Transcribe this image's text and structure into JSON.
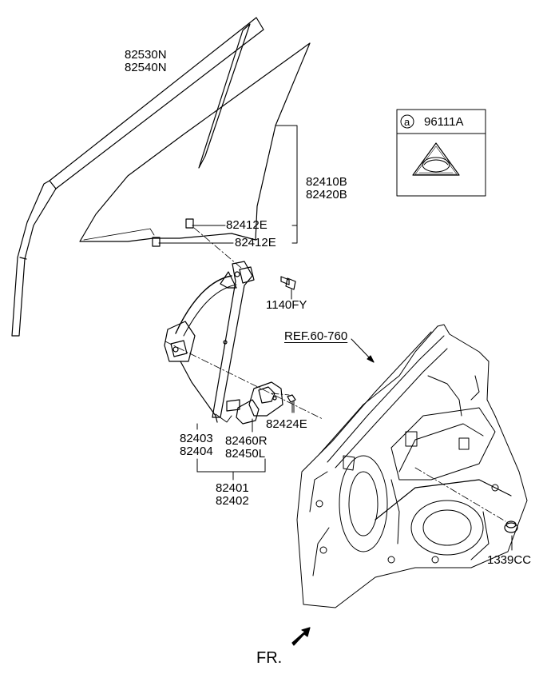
{
  "labels": {
    "run_channel": [
      "82530N",
      "82540N"
    ],
    "door_glass": [
      "82410B",
      "82420B"
    ],
    "glass_clip_upper": "82412E",
    "glass_clip_lower": "82412E",
    "bolt": "1140FY",
    "ref": "REF.60-760",
    "motor_screw": "82424E",
    "regulator_lh_rh": [
      "82403",
      "82404"
    ],
    "motor": [
      "82460R",
      "82450L"
    ],
    "regulator_assy": [
      "82401",
      "82402"
    ],
    "grommet": "1339CC",
    "front_indicator": "FR."
  },
  "legend": {
    "letter": "a",
    "part_number": "96111A"
  },
  "colors": {
    "line": "#000000",
    "background": "#ffffff"
  }
}
